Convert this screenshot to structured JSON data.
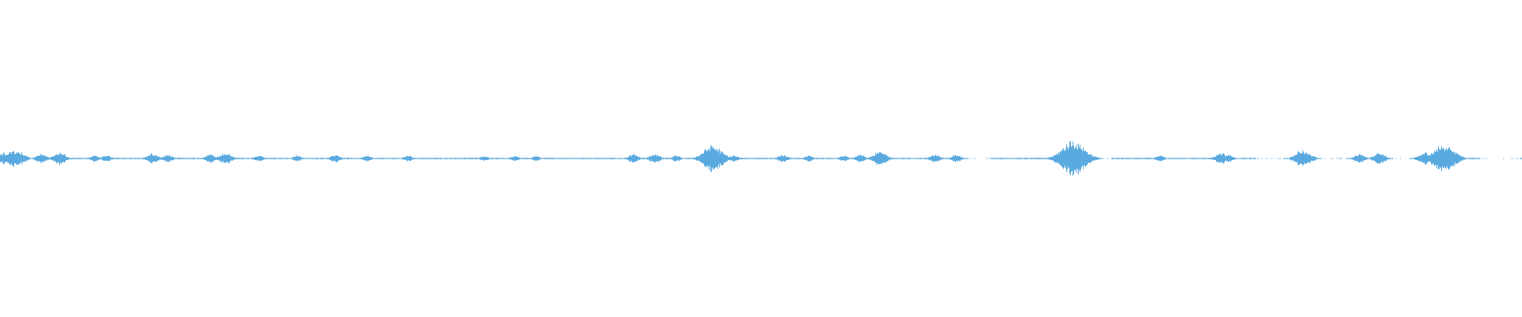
{
  "waveform": {
    "color": "#5aaae0",
    "background": "#ffffff",
    "bursts": [
      {
        "t": 0.003,
        "a": 0.28
      },
      {
        "t": 0.009,
        "a": 0.38
      },
      {
        "t": 0.013,
        "a": 0.3
      },
      {
        "t": 0.027,
        "a": 0.22
      },
      {
        "t": 0.039,
        "a": 0.3
      },
      {
        "t": 0.062,
        "a": 0.14
      },
      {
        "t": 0.07,
        "a": 0.16
      },
      {
        "t": 0.1,
        "a": 0.24
      },
      {
        "t": 0.11,
        "a": 0.18
      },
      {
        "t": 0.138,
        "a": 0.2
      },
      {
        "t": 0.148,
        "a": 0.28
      },
      {
        "t": 0.17,
        "a": 0.14
      },
      {
        "t": 0.195,
        "a": 0.14
      },
      {
        "t": 0.22,
        "a": 0.18
      },
      {
        "t": 0.241,
        "a": 0.14
      },
      {
        "t": 0.268,
        "a": 0.14
      },
      {
        "t": 0.318,
        "a": 0.12
      },
      {
        "t": 0.338,
        "a": 0.12
      },
      {
        "t": 0.352,
        "a": 0.12
      },
      {
        "t": 0.416,
        "a": 0.2
      },
      {
        "t": 0.43,
        "a": 0.22
      },
      {
        "t": 0.444,
        "a": 0.14
      },
      {
        "t": 0.468,
        "a": 0.62
      },
      {
        "t": 0.482,
        "a": 0.16
      },
      {
        "t": 0.514,
        "a": 0.18
      },
      {
        "t": 0.531,
        "a": 0.14
      },
      {
        "t": 0.554,
        "a": 0.14
      },
      {
        "t": 0.565,
        "a": 0.18
      },
      {
        "t": 0.578,
        "a": 0.34
      },
      {
        "t": 0.614,
        "a": 0.2
      },
      {
        "t": 0.628,
        "a": 0.18
      },
      {
        "t": 0.705,
        "a": 0.84
      },
      {
        "t": 0.762,
        "a": 0.14
      },
      {
        "t": 0.802,
        "a": 0.26
      },
      {
        "t": 0.807,
        "a": 0.18
      },
      {
        "t": 0.855,
        "a": 0.38
      },
      {
        "t": 0.86,
        "a": 0.22
      },
      {
        "t": 0.893,
        "a": 0.22
      },
      {
        "t": 0.906,
        "a": 0.28
      },
      {
        "t": 0.936,
        "a": 0.3
      },
      {
        "t": 0.948,
        "a": 0.66
      },
      {
        "t": 0.954,
        "a": 0.4
      }
    ],
    "gaps": [
      {
        "start": 0.63,
        "end": 0.65
      },
      {
        "start": 0.715,
        "end": 0.73
      },
      {
        "start": 0.805,
        "end": 0.815
      },
      {
        "start": 0.825,
        "end": 0.85
      },
      {
        "start": 0.865,
        "end": 0.89
      },
      {
        "start": 0.91,
        "end": 0.93
      },
      {
        "start": 0.972,
        "end": 0.998
      }
    ]
  }
}
